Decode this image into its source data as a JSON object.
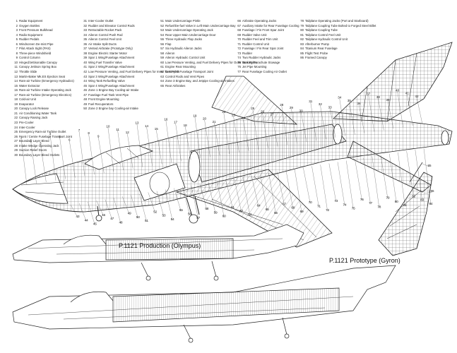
{
  "captions": {
    "production": "P.1121 Production (Olympus)",
    "prototype": "P.1121 Prototype (Gyron)"
  },
  "legend": [
    [
      {
        "n": "1",
        "t": "Radar Equipment"
      },
      {
        "n": "2",
        "t": "Oxygen Bottles"
      },
      {
        "n": "3",
        "t": "Front Pressure Bulkhead"
      },
      {
        "n": "4",
        "t": "Radio Equipment"
      },
      {
        "n": "5",
        "t": "Rudder Pedals"
      },
      {
        "n": "6",
        "t": "Windscreen De-mist Pipe"
      },
      {
        "n": "7",
        "t": "Pilot Attack Sight (PAS)"
      },
      {
        "n": "8",
        "t": "Three-piece Windshield"
      },
      {
        "n": "9",
        "t": "Control Column"
      },
      {
        "n": "10",
        "t": "Hinged/Jettisonable Canopy"
      },
      {
        "n": "11",
        "t": "Canopy Jettison Spring Box"
      },
      {
        "n": "12",
        "t": "Throttle Slide"
      },
      {
        "n": "13",
        "t": "Martin-Baker Mk.ES Ejection Seat"
      },
      {
        "n": "14",
        "t": "Ram-air Turbine (Emergency Hydraulics)"
      },
      {
        "n": "15",
        "t": "Water Extractor"
      },
      {
        "n": "16",
        "t": "Ram-air Turbine Intake Operating Jack"
      },
      {
        "n": "17",
        "t": "Ram-air Turbine (Emergency Electrics)"
      },
      {
        "n": "18",
        "t": "Cold-air Unit"
      },
      {
        "n": "19",
        "t": "Evaporator"
      },
      {
        "n": "20",
        "t": "Canopy Lock Release"
      },
      {
        "n": "21",
        "t": "Air Conditioning Water Tank"
      },
      {
        "n": "22",
        "t": "Canopy Raising Jack"
      },
      {
        "n": "23",
        "t": "Pre-Cooler"
      },
      {
        "n": "24",
        "t": "Inter-Cooler"
      },
      {
        "n": "25",
        "t": "Emergency Ram-air Turbine Outlet"
      },
      {
        "n": "26",
        "t": "Front / Centre Fuselage Transport Joint"
      },
      {
        "n": "27",
        "t": "Boundary Layer Bleed"
      },
      {
        "n": "28",
        "t": "Intake Wedge Operating Jack"
      },
      {
        "n": "29",
        "t": "Suction Relief Doors"
      },
      {
        "n": "30",
        "t": "Boundary Layer Bleed Outlets"
      }
    ],
    [
      {
        "n": "31",
        "t": "Inter-Cooler Outlet"
      },
      {
        "n": "32",
        "t": "Rudder and Elevator Control Rods"
      },
      {
        "n": "33",
        "t": "Retractable Rocket Pack"
      },
      {
        "n": "34",
        "t": "Aileron Control Push Rod"
      },
      {
        "n": "35",
        "t": "Aileron Control Feel Unit"
      },
      {
        "n": "36",
        "t": "Air Intake Split Ducts"
      },
      {
        "n": "37",
        "t": "Vented Airbrake (Prototype Only)"
      },
      {
        "n": "38",
        "t": "Engine Electric Starter Motor"
      },
      {
        "n": "39",
        "t": "Spar 1 Wing/Fuselage Attachment"
      },
      {
        "n": "40",
        "t": "Wing Fuel Transfer Valve"
      },
      {
        "n": "41",
        "t": "Spar 2 Wing/Fuselage Attachment"
      },
      {
        "n": "42",
        "t": "Low Pressure Venting, and Fuel Delivery Pipes for Inner Tank Pylon"
      },
      {
        "n": "43",
        "t": "Spar 3 Wing/Fuselage Attachment"
      },
      {
        "n": "44",
        "t": "Wing Tank Refuelling Valve"
      },
      {
        "n": "45",
        "t": "Spar 4 Wing/Fuselage Attachment"
      },
      {
        "n": "46",
        "t": "Zone 1 Engine Bay Cooling-air Intake"
      },
      {
        "n": "47",
        "t": "Fuselage Fuel Tank Vent Pipe"
      },
      {
        "n": "48",
        "t": "Front Engine Mounting"
      },
      {
        "n": "49",
        "t": "Fuel Recuperators"
      },
      {
        "n": "50",
        "t": "Zone 2 Engine bay Cooling-air Intake"
      }
    ],
    [
      {
        "n": "51",
        "t": "Main Undercarriage Pintle"
      },
      {
        "n": "52",
        "t": "Refuel/De-fuel Valve in Left Main Undercarriage Bay"
      },
      {
        "n": "53",
        "t": "Main Undercarriage Operating Jack"
      },
      {
        "n": "54",
        "t": "Rear Upper Main Undercarriage Door"
      },
      {
        "n": "55",
        "t": "Three Hydraulic Flap Jacks"
      },
      {
        "n": "56",
        "t": "Flap"
      },
      {
        "n": "57",
        "t": "Six Hydraulic Aileron Jacks"
      },
      {
        "n": "58",
        "t": "Aileron"
      },
      {
        "n": "59",
        "t": "Aileron Hydraulic Control Unit"
      },
      {
        "n": "60",
        "t": "Low Pressure Venting, and Fuel Delivery Pipes for Outer Tank Pylon"
      },
      {
        "n": "61",
        "t": "Engine Rear Mounting"
      },
      {
        "n": "62",
        "t": "Centre/Aft Fuselage Transport Joint"
      },
      {
        "n": "63",
        "t": "Control Rods and Vent Pipes"
      },
      {
        "n": "64",
        "t": "Zone 3 Engine Bay, and Jetpipe Cooling-air Intakes"
      },
      {
        "n": "65",
        "t": "Rear Airbrakes"
      }
    ],
    [
      {
        "n": "66",
        "t": "Airbrake Operating Jacks"
      },
      {
        "n": "67",
        "t": "Auxiliary Intake for Rear Fuselage Cooling"
      },
      {
        "n": "68",
        "t": "Fuselage / Fin Front Spar Joint"
      },
      {
        "n": "69",
        "t": "Rudder Valve Unit"
      },
      {
        "n": "70",
        "t": "Rudder Feel and Trim Unit"
      },
      {
        "n": "71",
        "t": "Rudder Control Unit"
      },
      {
        "n": "72",
        "t": "Fuselage / Fin Rear Spar Joint"
      },
      {
        "n": "73",
        "t": "Rudder"
      },
      {
        "n": "74",
        "t": "Two Rudder Hydraulic Jacks"
      },
      {
        "n": "75",
        "t": "Braking Parachute Stowage"
      },
      {
        "n": "76",
        "t": "Jet Pipe Mounting"
      },
      {
        "n": "77",
        "t": "Rear Fuselage Cooling Air Outlet"
      }
    ],
    [
      {
        "n": "78",
        "t": "Tailplane Operating Jacks (Port and Starboard)"
      },
      {
        "n": "79",
        "t": "Tailplane Coupling Tube Bolted to Forged Steel Billet"
      },
      {
        "n": "80",
        "t": "Tailplane Coupling Tube"
      },
      {
        "n": "81",
        "t": "Tailplane Control Feel Unit"
      },
      {
        "n": "82",
        "t": "Tailplane Hydraulic Control Unit"
      },
      {
        "n": "83",
        "t": "Afterburner Pump"
      },
      {
        "n": "84",
        "t": "Titanium Rear Fuselage"
      },
      {
        "n": "85",
        "t": "Flight Test Probe"
      },
      {
        "n": "86",
        "t": "Framed Canopy"
      }
    ]
  ],
  "callouts": {
    "main_aircraft": [
      "1",
      "2",
      "3",
      "4",
      "5",
      "6",
      "7",
      "8",
      "9",
      "10",
      "11",
      "12",
      "13",
      "14",
      "15",
      "16",
      "17",
      "18",
      "19",
      "20",
      "21",
      "22",
      "23",
      "24",
      "25",
      "26",
      "27",
      "28",
      "29",
      "30",
      "31",
      "32",
      "33",
      "34",
      "35",
      "36",
      "37",
      "38",
      "39",
      "40",
      "41",
      "42",
      "43",
      "44",
      "45",
      "46",
      "47",
      "48",
      "49",
      "50",
      "51",
      "52",
      "53",
      "54",
      "55",
      "56",
      "57",
      "58",
      "59",
      "60",
      "61",
      "62",
      "63",
      "64",
      "65",
      "66",
      "67",
      "68",
      "69",
      "70",
      "71",
      "72",
      "73",
      "74",
      "75",
      "76",
      "77",
      "78",
      "79",
      "80",
      "81",
      "82",
      "83",
      "84"
    ],
    "prototype_nose": [
      "85",
      "86"
    ]
  }
}
